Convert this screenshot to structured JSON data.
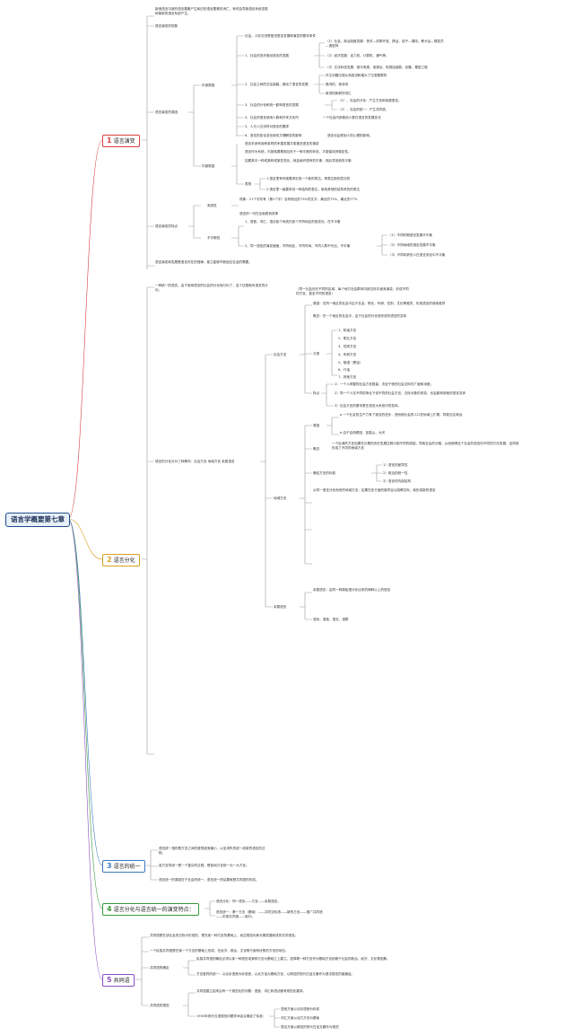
{
  "title": "语言学概要第七章",
  "sections": [
    {
      "num": "1",
      "label": "语言演变"
    },
    {
      "num": "2",
      "label": "语言分化"
    },
    {
      "num": "3",
      "label": "语言的统一"
    },
    {
      "num": "4",
      "label": "语言分化与语言统一的演变特点："
    },
    {
      "num": "5",
      "label": "共同语"
    }
  ],
  "s1": {
    "intro": "新造语言中新的语言要素产生和旧的语言要素的消亡，有时会导致语言系统变更\n和使新的语言系统产生。",
    "fact": "语言演变的现象",
    "cause": "语言演变的原因",
    "external": "外部原因",
    "society": "社会，人际交流是推进语言发展和演变的基本条件",
    "social_dev": "1、社会的进步推动语言的发展",
    "sd1": "（1）社会、政治制度发展：快关—改革开放、搞活、成子—课改、教头后—理发员\n—造型师",
    "sd2": "（2）经济发展：走穴机、计算机、通气等。",
    "sd3": "（3）文化科技发展：音乐电视、电视台、电视连续剧、克隆、基因工程",
    "contact": "2、社会之间的交往接触，推动了语言的发展",
    "c1": "外文对翻汉语从而促进和增大了汉语集群的",
    "c2": "借词的，音译词",
    "c3": "新进的新鲜的词汇",
    "diff": "3、社会的分化和统一影响语言的发展",
    "diff1": "（1）、社会的分化：产生方言和亲属语言。",
    "diff2": "（2）、社会的统一：产生共同语。",
    "norm": "4、社会的语言使用人数和外来文化所",
    "norm_r": "一个社会内部使用人数在语言的发展变化",
    "people": "5、人与人交流时对语言的要求",
    "change": "6、语言的变化变化使双方理解变的影响",
    "change_r": "语言也会受到人的心理的影响。",
    "internal": "内部原因",
    "in1": "语言本身有各种各样的矛盾发展才能推进语言的演变",
    "in2": "语言作为系统，内部各要素相互处于一种平衡的状态，才能保持其稳定性。",
    "in3": "如果其中一种或某种或某些变化，就会破坏原有的平衡，然后寻找新的平衡",
    "example": "表现",
    "ex1": "1.语言里有时候要求实现一个新的表达，再表达新的层次的",
    "ex2": "2.语言里一级要求另一种结构的表达，使用其他的结构来的的表达",
    "features": "语言演变的特点",
    "gradual": "渐变性",
    "g1": "现象：21个字形有（第1个字）没有相近的73%的文字，最近的75%，最近的77%",
    "g2": "语言的一切在全面受到改革",
    "imbalance": "不平衡性",
    "i1": "1、语音、词汇、语法各个系统在各个不同地区的音变化，在不平衡",
    "i2": "2、同一语言的演变速度，不同地区，不同时间、不同人群不可比，不平衡",
    "i_r1": "（1）不同时期语言发展不平衡",
    "i_r2": "（2）不同地域的语言发展不平衡",
    "i_r3": "（3）不同年龄的人在语言变化中不平衡",
    "summary": "语言演变和发展是语言内在的规律，使之能够不断适应社会的需要。"
  },
  "s2": {
    "def": "一种统一的语言，由于使用语言的社会的分化而分化了，这个过程就叫语言的分\n化。",
    "def_r": "（同一社会处在不同的区域，每个地方社会群体内部交际中逐渐演变，形成不同\n的方言，甚至不同的语言）",
    "types": "语言的分化分为三种情况：社会方言 地域方言 亲属语言",
    "social": "社会方言",
    "soc1": "原因：在同一地区的社会中由于社会，职业，年龄，性别，文化等差异，形成语言的使用差异",
    "soc2": "概念：在一个地区的社会中，由于社会的分化而形成的语言的变体",
    "cls": "分类",
    "cls_items": [
      "1、阶级方言",
      "2、职业方言",
      "3、性别方言",
      "4、年龄方言",
      "5、隐语（黑话）",
      "6、行话",
      "7、其他方言"
    ],
    "features": "特点",
    "f1": "1）一个人掌握的社会方言数量，决定于他的社会交际的广度和深度；",
    "f2": "2）同一个人在不同的场合下说不同的社会方言，交际对象的改变，也会影响到他的语言变体",
    "f3": "3）社会方言的基本是在语言大系统中的变体。",
    "regional": "地域方言",
    "reason": "原因",
    "r1": "a 一个社会的生产力有了相当的进步，进而使社会的人口在地域上扩展，导致交往疏远",
    "r2": "b 由于自然原因，如高山、大河",
    "concept": "概念",
    "concept_t": "一个区域的方言如果在长期的历史发展过程中因不同的原因，导致社会的分裂，从而使得这个社会的语言向不同的方向发展，这样就形成了不同的地域方言",
    "std": "确定方言的标准",
    "std1": "1）语言的差异性",
    "std2": "2）政治的统一性",
    "std3": "3）语言的内部结构",
    "note": "从同一语言分化而来的地域方言，如果在多方面的差异足以阻碍交际，就形成新的语言",
    "relative": "亲属语言",
    "rel1": "亲属语言：由同一种原始语分化出来的两种以上的语言",
    "rel2": "语系，语族，语支，语群"
  },
  "s3": {
    "t1": "语言统一指的是方言之间的差别逐渐缩小，以至消失的统一成新的语言的过\n程。",
    "t2": "各方言的统一是一个复杂的过程，是各地方言统一为一大方言。",
    "t3": "语言统一的原因在于社会的统一，语言统一的结果就是共同语的形成。"
  },
  "s4": {
    "t1": "语言分化：同一语言——方言——亲属语言。",
    "t2": "语言统一：第一方言（基础）——共同交际语——新的方言——推广共同语\n——形成共同语——取代。"
  },
  "s5": {
    "t1": "共同语是在该社会的交际中形成的，是在某一种方言的基础上，经过规范化和长期发展而成的共同语言。",
    "t2": "一个民族共同语是在某一个方言的基础上形成，在经济、政治、文化等方面有优势的方言的地位。",
    "formation": "共同语的确定",
    "fm1": "民族共同语的确定必须以某一种语言或某种方言为基础之上建立，选择哪一种方言作为基础方言依赖于社会的政治、经济、文化等因素。",
    "fm2": "方言差异的统一：以北京语音为标准音，以北方话为基础方言，以典范的现代白话文著作为语法规范的普通话。",
    "norms": "共同语的规范",
    "nm1": "共同语建立起来后有一个规范化的问题：语音、词汇和语法都有规范化要求。",
    "nm2": "1955年现代汉语规范问题学术会议确定了标准：",
    "nm_a": "语音方面以北京语音为标准",
    "nm_b": "词汇方面以北方方言为基础",
    "nm_c": "语法方面以典范的现代白话文著作为规范"
  }
}
